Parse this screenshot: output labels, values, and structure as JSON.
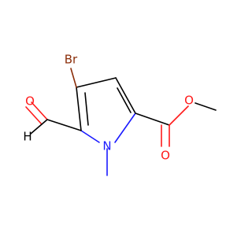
{
  "molecule": {
    "atoms": {
      "bromine": "Br",
      "aldehyde_oxygen": "O",
      "aldehyde_hydrogen": "H",
      "ring_nitrogen": "N",
      "ester_carbonyl_oxygen": "O",
      "ester_single_oxygen": "O"
    },
    "colors": {
      "carbon": "#000000",
      "bromine": "#8b2e0a",
      "oxygen": "#ff1a1a",
      "nitrogen": "#1a1aff",
      "background": "#ffffff"
    }
  }
}
